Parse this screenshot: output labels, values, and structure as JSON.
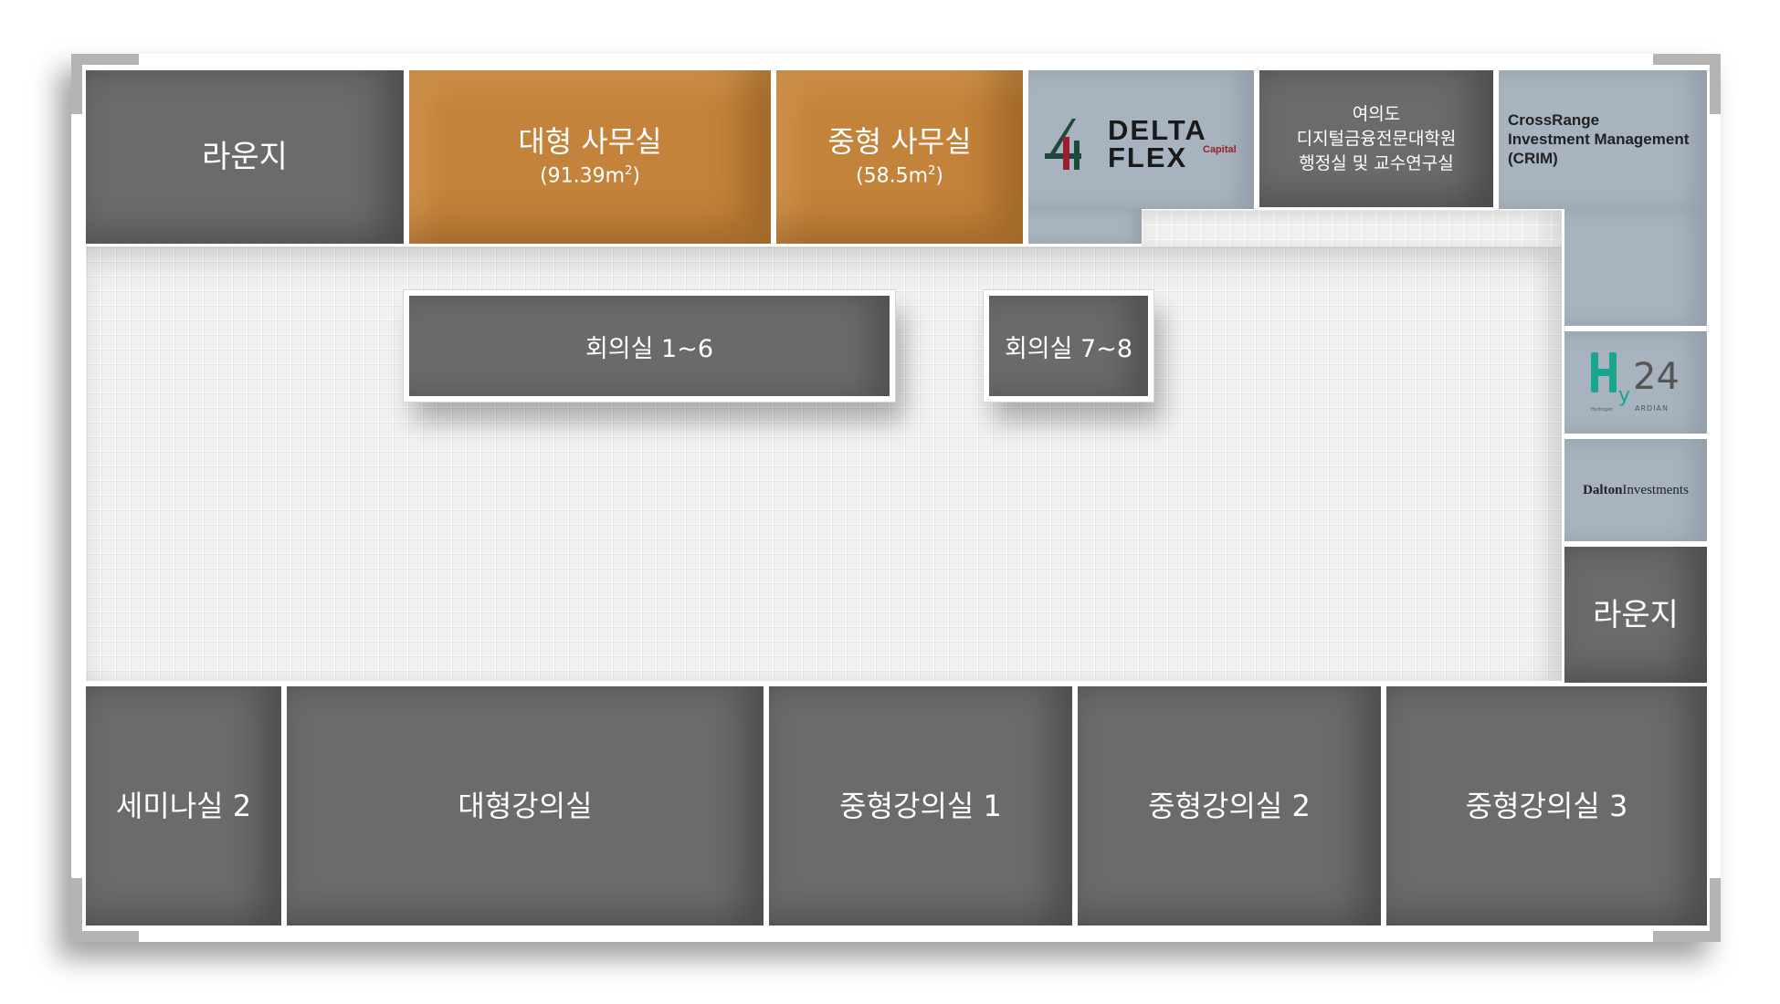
{
  "top_row": {
    "lounge_left": "라운지",
    "large_office": {
      "name": "대형 사무실",
      "area_prefix": "(91.39m",
      "area_sup": "2",
      "area_suffix": ")"
    },
    "medium_office": {
      "name": "중형 사무실",
      "area_prefix": "(58.5m",
      "area_sup": "2",
      "area_suffix": ")"
    },
    "deltaflex": {
      "line1": "DELTA",
      "line2": "FLEX",
      "tag": "Capital"
    },
    "university": {
      "line1": "여의도",
      "line2": "디지털금융전문대학원",
      "line3": "행정실 및 교수연구실"
    },
    "crossrange": {
      "line1": "CrossRange",
      "line2": "Investment Management",
      "line3": "(CRIM)"
    }
  },
  "right_column": {
    "hy24": {
      "mark": "H",
      "sub": "y",
      "num": "24",
      "brand": "ARDIAN",
      "tiny": "Hydrogen"
    },
    "dalton": {
      "bold": "Dalton",
      "rest": "Investments"
    },
    "lounge_right": "라운지"
  },
  "corridor": {
    "meeting_a": "회의실 1~6",
    "meeting_b": "회의실 7~8"
  },
  "bottom_row": {
    "seminar": "세미나실 2",
    "large_lecture": "대형강의실",
    "medium_lecture_1": "중형강의실 1",
    "medium_lecture_2": "중형강의실 2",
    "medium_lecture_3": "중형강의실 3"
  },
  "colors": {
    "room_gray": "#6b6b6b",
    "office_orange": "#c4833a",
    "tenant_blue": "#a7b4c0",
    "delta_red": "#9a1e2e",
    "delta_green": "#1f4a3a",
    "hy24_teal": "#1aa58f"
  }
}
